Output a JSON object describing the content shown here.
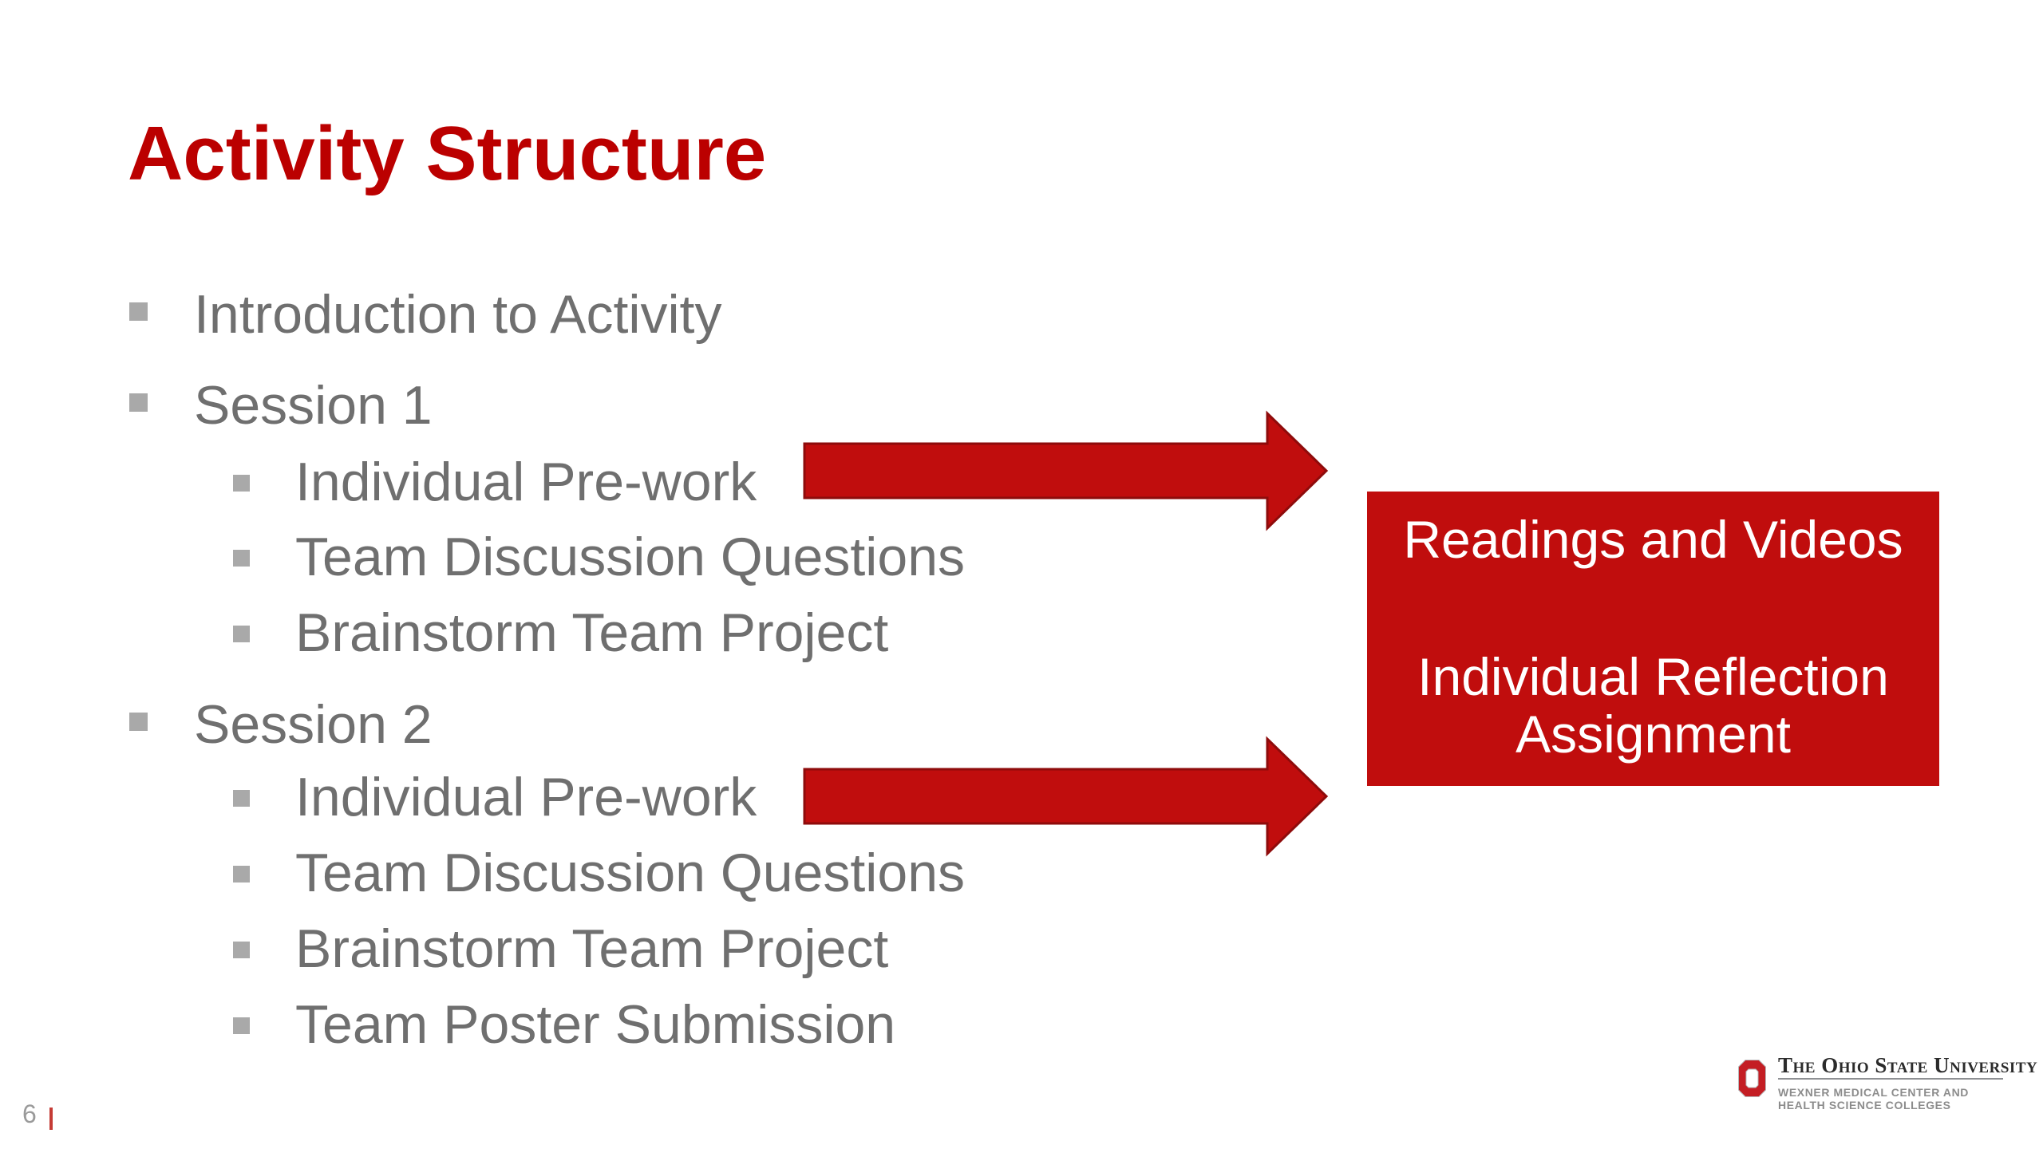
{
  "slide": {
    "title": "Activity Structure",
    "bullets": [
      {
        "level": 1,
        "text": "Introduction to Activity"
      },
      {
        "level": 1,
        "text": "Session 1"
      },
      {
        "level": 2,
        "text": "Individual Pre-work"
      },
      {
        "level": 2,
        "text": "Team Discussion Questions"
      },
      {
        "level": 2,
        "text": "Brainstorm Team Project"
      },
      {
        "level": 1,
        "text": "Session 2"
      },
      {
        "level": 2,
        "text": "Individual Pre-work"
      },
      {
        "level": 2,
        "text": "Team Discussion Questions"
      },
      {
        "level": 2,
        "text": "Brainstorm Team Project"
      },
      {
        "level": 2,
        "text": "Team Poster Submission"
      }
    ],
    "callout": {
      "items": [
        "Readings and Videos",
        "Individual Reflection Assignment"
      ]
    },
    "arrows": [
      "arrow-right-to-callout-top",
      "arrow-right-to-callout-bottom"
    ],
    "footer": {
      "page_number": "6"
    },
    "logo": {
      "brand": "The Ohio State University",
      "sub_line1": "WEXNER MEDICAL CENTER AND",
      "sub_line2": "HEALTH SCIENCE COLLEGES"
    },
    "colors": {
      "title_red": "#BB0000",
      "shape_red": "#C00D0D",
      "arrow_stroke": "#8E0B0B",
      "body_text_gray": "#6F6F6F",
      "bullet_gray": "#A9A9A9",
      "callout_text": "#FFFFFF",
      "logo_gray": "#8C8C8C",
      "page_number_gray": "#9A9A9A",
      "page_bar_red": "#C53B35"
    }
  }
}
